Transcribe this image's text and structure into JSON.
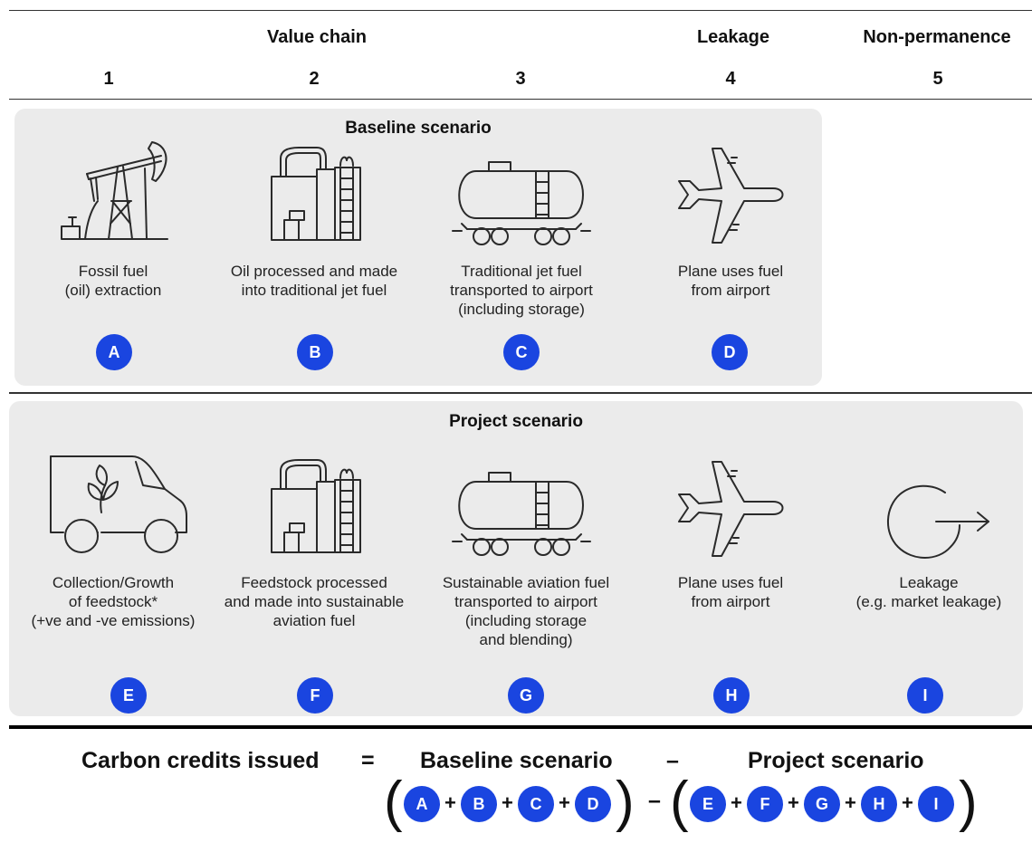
{
  "headers": {
    "value_chain": "Value chain",
    "leakage": "Leakage",
    "non_permanence": "Non-permanence"
  },
  "columns": [
    "1",
    "2",
    "3",
    "4",
    "5"
  ],
  "baseline": {
    "title": "Baseline scenario",
    "steps": [
      {
        "caption": "Fossil fuel\n(oil) extraction",
        "badge": "A",
        "icon": "oil-pump-icon"
      },
      {
        "caption": "Oil processed and made\ninto traditional jet fuel",
        "badge": "B",
        "icon": "refinery-icon"
      },
      {
        "caption": "Traditional jet fuel\ntransported to airport\n(including storage)",
        "badge": "C",
        "icon": "tanker-car-icon"
      },
      {
        "caption": "Plane uses fuel\nfrom airport",
        "badge": "D",
        "icon": "airplane-icon"
      }
    ]
  },
  "project": {
    "title": "Project scenario",
    "steps": [
      {
        "caption": "Collection/Growth\nof feedstock*\n(+ve and -ve emissions)",
        "badge": "E",
        "icon": "van-plant-icon"
      },
      {
        "caption": "Feedstock processed\nand made into sustainable\naviation fuel",
        "badge": "F",
        "icon": "refinery-icon"
      },
      {
        "caption": "Sustainable aviation fuel\ntransported to airport\n(including storage\nand blending)",
        "badge": "G",
        "icon": "tanker-car-icon"
      },
      {
        "caption": "Plane uses fuel\nfrom airport",
        "badge": "H",
        "icon": "airplane-icon"
      },
      {
        "caption": "Leakage\n(e.g. market leakage)",
        "badge": "I",
        "icon": "leakage-arrow-icon"
      }
    ]
  },
  "equation": {
    "left": "Carbon credits issued",
    "equals": "=",
    "baseline": "Baseline scenario",
    "minus": "–",
    "project": "Project scenario",
    "plus": "+",
    "baseline_terms": [
      "A",
      "B",
      "C",
      "D"
    ],
    "project_terms": [
      "E",
      "F",
      "G",
      "H",
      "I"
    ]
  },
  "colors": {
    "badge": "#1a45e0",
    "panel": "#ebebeb"
  }
}
